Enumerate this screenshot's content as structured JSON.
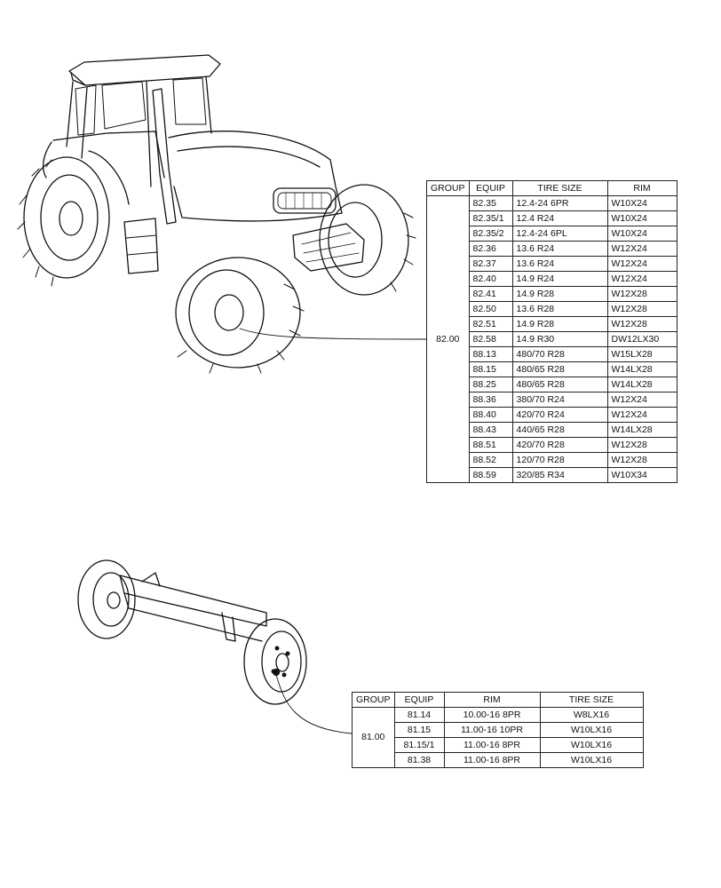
{
  "rear_table": {
    "headers": [
      "GROUP",
      "EQUIP",
      "TIRE SIZE",
      "RIM"
    ],
    "group": "82.00",
    "rows": [
      {
        "equip": "82.35",
        "tire": "12.4-24 6PR",
        "rim": "W10X24"
      },
      {
        "equip": "82.35/1",
        "tire": "12.4 R24",
        "rim": "W10X24"
      },
      {
        "equip": "82.35/2",
        "tire": "12.4-24 6PL",
        "rim": "W10X24"
      },
      {
        "equip": "82.36",
        "tire": "13.6 R24",
        "rim": "W12X24"
      },
      {
        "equip": "82.37",
        "tire": "13.6 R24",
        "rim": "W12X24"
      },
      {
        "equip": "82.40",
        "tire": "14.9 R24",
        "rim": "W12X24"
      },
      {
        "equip": "82.41",
        "tire": "14.9 R28",
        "rim": "W12X28"
      },
      {
        "equip": "82.50",
        "tire": "13.6 R28",
        "rim": "W12X28"
      },
      {
        "equip": "82.51",
        "tire": "14.9 R28",
        "rim": "W12X28"
      },
      {
        "equip": "82.58",
        "tire": "14.9 R30",
        "rim": "DW12LX30"
      },
      {
        "equip": "88.13",
        "tire": "480/70 R28",
        "rim": "W15LX28"
      },
      {
        "equip": "88.15",
        "tire": "480/65 R28",
        "rim": "W14LX28"
      },
      {
        "equip": "88.25",
        "tire": "480/65 R28",
        "rim": "W14LX28"
      },
      {
        "equip": "88.36",
        "tire": "380/70 R24",
        "rim": "W12X24"
      },
      {
        "equip": "88.40",
        "tire": "420/70 R24",
        "rim": "W12X24"
      },
      {
        "equip": "88.43",
        "tire": "440/65 R28",
        "rim": "W14LX28"
      },
      {
        "equip": "88.51",
        "tire": "420/70 R28",
        "rim": "W12X28"
      },
      {
        "equip": "88.52",
        "tire": "120/70 R28",
        "rim": "W12X28"
      },
      {
        "equip": "88.59",
        "tire": "320/85 R34",
        "rim": "W10X34"
      }
    ]
  },
  "front_table": {
    "headers": [
      "GROUP",
      "EQUIP",
      "RIM",
      "TIRE SIZE"
    ],
    "group": "81.00",
    "rows": [
      {
        "equip": "81.14",
        "rim": "10.00-16 8PR",
        "tire": "W8LX16"
      },
      {
        "equip": "81.15",
        "rim": "11.00-16 10PR",
        "tire": "W10LX16"
      },
      {
        "equip": "81.15/1",
        "rim": "11.00-16 8PR",
        "tire": "W10LX16"
      },
      {
        "equip": "81.38",
        "rim": "11.00-16 8PR",
        "tire": "W10LX16"
      }
    ]
  },
  "illustrations": {
    "tractor": "tractor-line-drawing",
    "front_axle": "front-axle-line-drawing"
  }
}
